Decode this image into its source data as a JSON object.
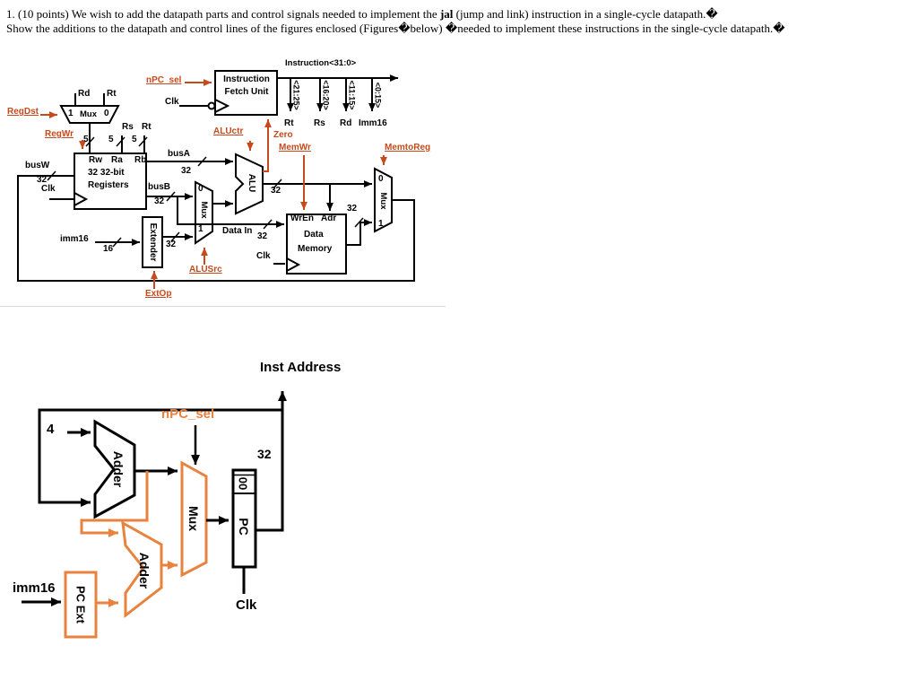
{
  "question": {
    "line1_pre": "1. (10 points) We wish to add the datapath parts and control signals needed to implement the ",
    "line1_bold": "jal",
    "line1_post": " (jump and link) instruction in a single-cycle datapath.�",
    "line2": "Show the additions to the datapath and control lines of the figures enclosed (Figures�below) �needed to implement these instructions in the single-cycle datapath.�"
  },
  "colors": {
    "fig1_control_orange": "#c64a1b",
    "fig2_wire_orange": "#e8823c",
    "wire_black": "#000000"
  },
  "shared": {
    "clk": "Clk",
    "mux": "Mux",
    "bit32": "32",
    "bit16": "16",
    "bit5": "5",
    "sel0": "0",
    "sel1": "1",
    "adder": "Adder",
    "imm16": "imm16",
    "rt": "Rt",
    "rs": "Rs",
    "rd": "Rd"
  },
  "fig1": {
    "npc_sel": "nPC_sel",
    "regdst": "RegDst",
    "regwr": "RegWr",
    "aluctr": "ALUctr",
    "zero": "Zero",
    "memwr": "MemWr",
    "memtoreg": "MemtoReg",
    "alusrc": "ALUSrc",
    "extop": "ExtOp",
    "ifu": {
      "line1": "Instruction",
      "line2": "Fetch Unit"
    },
    "bus_label": "Instruction<31:0>",
    "fields": [
      "<21:25>",
      "<16:20>",
      "<11:15>",
      "<0:15>"
    ],
    "field_dests": [
      "Rt",
      "Rs",
      "Rd",
      "Imm16"
    ],
    "reg_ports": [
      "Rw",
      "Ra",
      "Rb"
    ],
    "registers": {
      "line1": "32 32-bit",
      "line2": "Registers"
    },
    "busw": "busW",
    "busa": "busA",
    "busb": "busB",
    "alu": "ALU",
    "extender": "Extender",
    "data_in": "Data In",
    "memory": {
      "wren": "WrEn",
      "adr": "Adr",
      "line1": "Data",
      "line2": "Memory"
    }
  },
  "fig2": {
    "inst_address": "Inst Address",
    "npc_sel": "nPC_sel",
    "four": "4",
    "mux": "Mux",
    "pc": "PC",
    "pc_prefix": "00",
    "pc_ext": "PC Ext"
  }
}
